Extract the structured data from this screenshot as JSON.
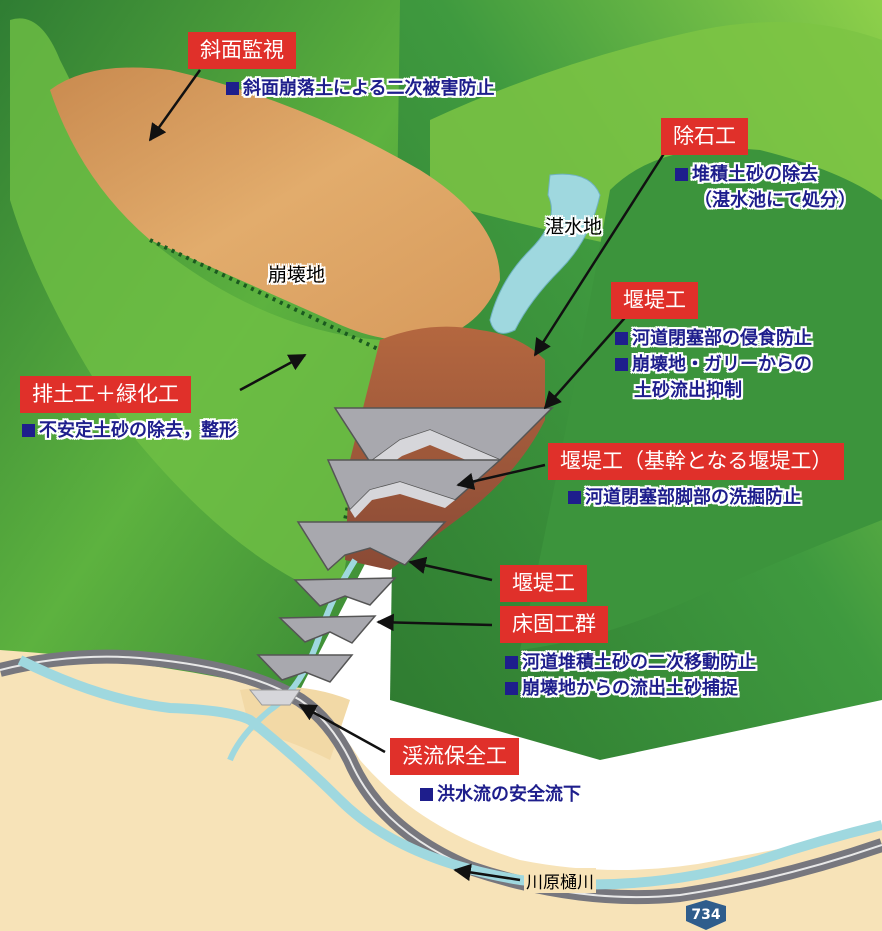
{
  "callouts": {
    "slope_monitoring": "斜面監視",
    "rock_removal": "除石工",
    "dam_upper": "堰堤工",
    "earth_removal_greening": "排土工＋緑化工",
    "dam_main": "堰堤工（基幹となる堰堤工）",
    "dam_lower": "堰堤工",
    "groundsill_group": "床固工群",
    "channel_protection": "渓流保全工"
  },
  "notes": {
    "slope_monitoring": [
      "斜面崩落土による二次被害防止"
    ],
    "rock_removal": [
      "堆積土砂の除去",
      "（湛水池にて処分）"
    ],
    "dam_upper": [
      "河道閉塞部の侵食防止",
      "崩壊地・ガリーからの",
      "土砂流出抑制"
    ],
    "earth_removal_greening": [
      "不安定土砂の除去，整形"
    ],
    "dam_main": [
      "河道閉塞部脚部の洗掘防止"
    ],
    "groundsill_group": [
      "河道堆積土砂の二次移動防止",
      "崩壊地からの流出土砂捕捉"
    ],
    "channel_protection": [
      "洪水流の安全流下"
    ]
  },
  "area_labels": {
    "collapse_area": "崩壊地",
    "ponded_water": "湛水地"
  },
  "river": {
    "name": "川原樋川"
  },
  "route_sign": {
    "number": "734"
  },
  "colors": {
    "callout_red": "#e0302a",
    "note_blue": "#1e1e8c",
    "forest_green": "#3f9a3f",
    "light_green": "#8ed04a",
    "landslide_orange": "#d79a5c",
    "debris_brown": "#a35a40",
    "water_blue": "#9fd8df",
    "road_grey": "#77777e",
    "riverbank_sand": "#f7e3b8",
    "dam_grey": "#a8a8ae"
  }
}
